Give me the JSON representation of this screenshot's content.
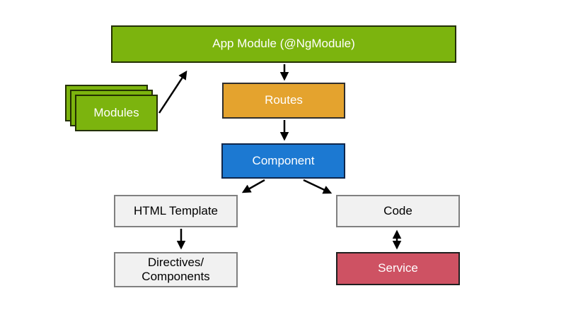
{
  "diagram": {
    "title": "Angular application structure diagram",
    "background_color": "#FFFFFF",
    "nodes": {
      "app_module": {
        "label": "App Module (@NgModule)",
        "color": "#7CB40E",
        "text_color": "#FFFFFF",
        "shape": "rectangle"
      },
      "modules": {
        "label": "Modules",
        "color": "#7CB40E",
        "text_color": "#FFFFFF",
        "shape": "stacked-rectangles",
        "stack_count": 3
      },
      "routes": {
        "label": "Routes",
        "color": "#E4A32E",
        "text_color": "#FFFFFF",
        "shape": "rectangle"
      },
      "component": {
        "label": "Component",
        "color": "#1C79D2",
        "text_color": "#FFFFFF",
        "shape": "rectangle"
      },
      "html_template": {
        "label": "HTML Template",
        "color": "#F1F1F1",
        "text_color": "#000000",
        "shape": "rectangle"
      },
      "code": {
        "label": "Code",
        "color": "#F1F1F1",
        "text_color": "#000000",
        "shape": "rectangle"
      },
      "directives_components": {
        "label": "Directives/\nComponents",
        "color": "#F1F1F1",
        "text_color": "#000000",
        "shape": "rectangle"
      },
      "service": {
        "label": "Service",
        "color": "#CE5263",
        "text_color": "#FFFFFF",
        "shape": "rectangle"
      }
    },
    "edges": [
      {
        "from": "modules",
        "to": "app_module",
        "type": "arrow"
      },
      {
        "from": "app_module",
        "to": "routes",
        "type": "arrow"
      },
      {
        "from": "routes",
        "to": "component",
        "type": "arrow"
      },
      {
        "from": "component",
        "to": "html_template",
        "type": "arrow"
      },
      {
        "from": "component",
        "to": "code",
        "type": "arrow"
      },
      {
        "from": "html_template",
        "to": "directives_components",
        "type": "arrow"
      },
      {
        "from": "code",
        "to": "service",
        "type": "double-arrow"
      }
    ],
    "edge_color": "#000000"
  }
}
